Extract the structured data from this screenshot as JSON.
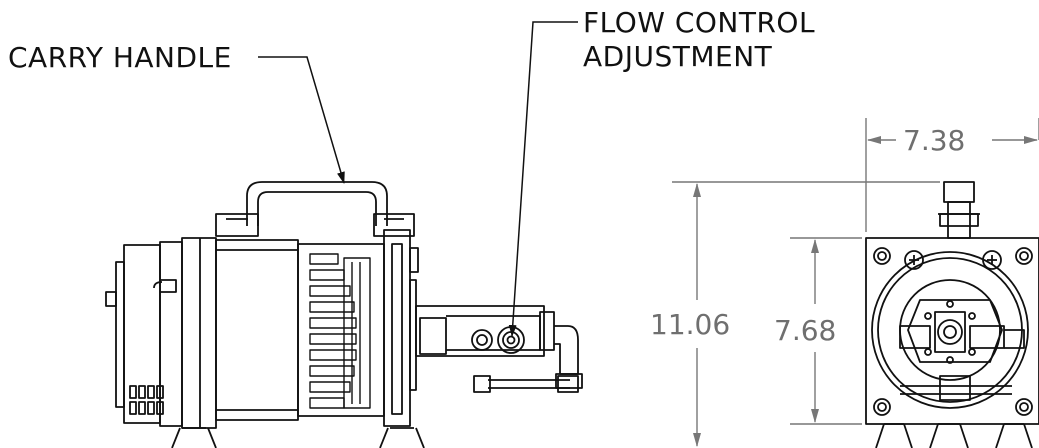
{
  "callouts": {
    "carry_handle": "CARRY HANDLE",
    "flow_control_line1": "FLOW CONTROL",
    "flow_control_line2": "ADJUSTMENT"
  },
  "dimensions": {
    "width": "7.38",
    "overall_height": "11.06",
    "body_height": "7.68"
  },
  "colors": {
    "ink": "#111111",
    "dimension_ink": "#6f6f6f"
  }
}
